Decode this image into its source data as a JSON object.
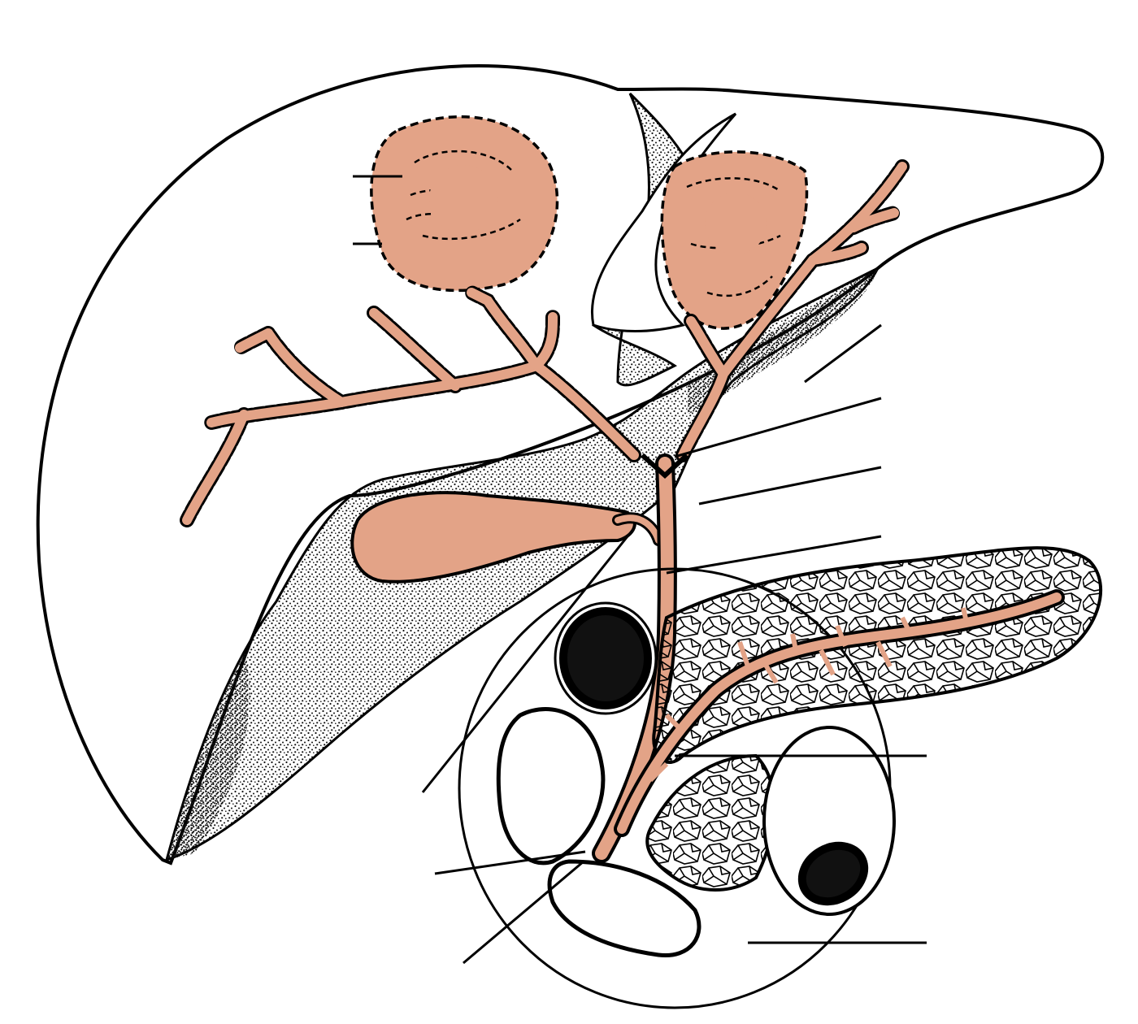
{
  "figure": {
    "kind": "unlabeled anatomical diagram",
    "structures": [
      "liver",
      "liver-lobule-right",
      "liver-lobule-left",
      "right-hepatic-ducts",
      "left-hepatic-ducts",
      "common-hepatic-duct",
      "gallbladder",
      "cystic-duct",
      "common-bile-duct",
      "pancreas",
      "pancreatic-duct",
      "duodenum",
      "stomach-cross-section",
      "bowel-cross-section"
    ],
    "leader_line_count": 13,
    "label_texts": []
  },
  "colors": {
    "outline": "#000000",
    "bile_tissue": "#e3a387",
    "background": "#ffffff",
    "stipple": "#111111"
  }
}
